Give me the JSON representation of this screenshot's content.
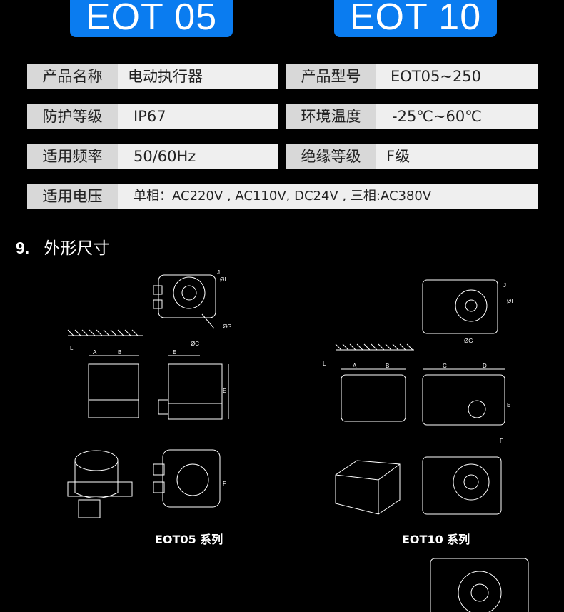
{
  "models": [
    "EOT 05",
    "EOT 10"
  ],
  "specs": [
    {
      "label": "产品名称",
      "value": "电动执行器"
    },
    {
      "label": "产品型号",
      "value": "EOT05~250"
    },
    {
      "label": "防护等级",
      "value": "IP67"
    },
    {
      "label": "环境温度",
      "value": "-25℃~60℃"
    },
    {
      "label": "适用频率",
      "value": "50/60Hz"
    },
    {
      "label": "绝缘等级",
      "value": "F级"
    },
    {
      "label": "适用电压",
      "value": "单相：AC220V , AC110V, DC24V , 三相:AC380V"
    }
  ],
  "section": {
    "number": "9.",
    "title": "外形尺寸"
  },
  "captions": [
    "EOT05 系列",
    "EOT10 系列"
  ],
  "dimension_labels": [
    "A",
    "B",
    "C",
    "D",
    "E",
    "F",
    "J",
    "ØI",
    "ØG",
    "ØC",
    "L"
  ],
  "colors": {
    "badge": "#0a7cf0",
    "label_cell": "#d8d8d8",
    "value_cell": "#efefef"
  }
}
